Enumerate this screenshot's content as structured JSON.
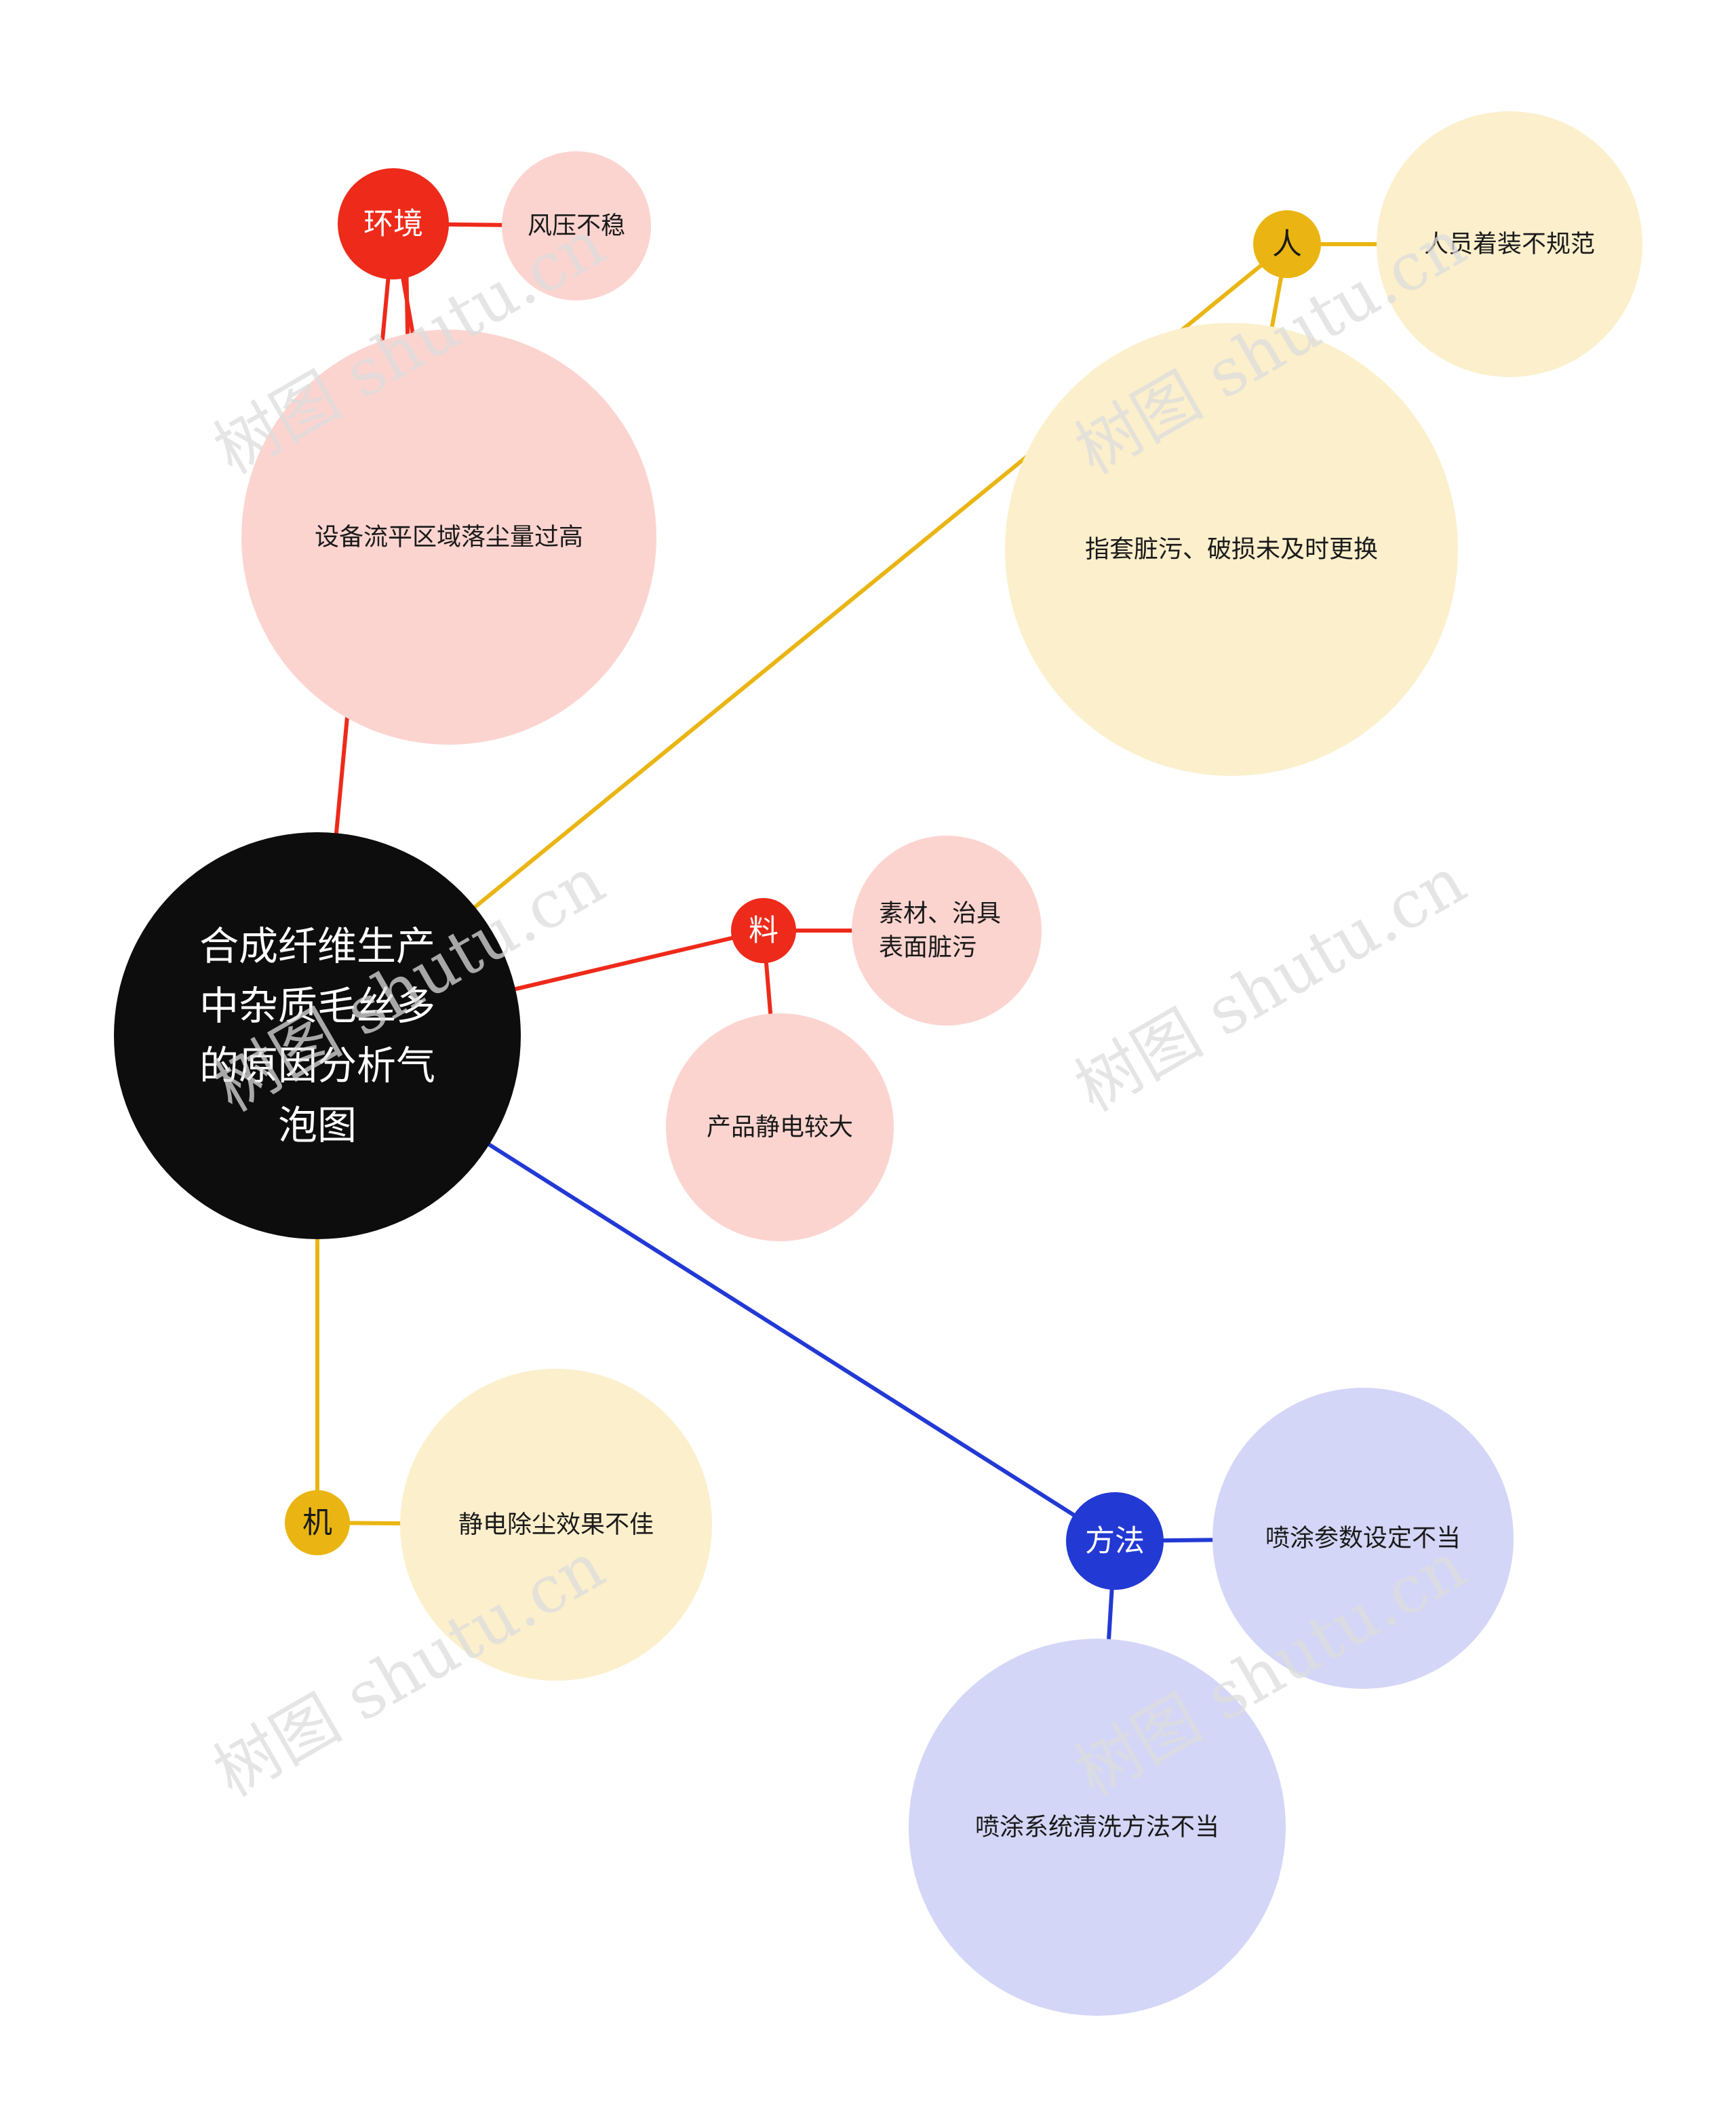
{
  "colors": {
    "red": "#ee2a1a",
    "red_light": "#fcd4cf",
    "yellow": "#eab512",
    "yellow_light": "#fcefcc",
    "blue": "#2239d4",
    "blue_light": "#d4d6f7",
    "root": "#0d0d0d",
    "watermark": "#dcdcdc"
  },
  "root": {
    "label_lines": [
      "合成纤维生产",
      "中杂质毛丝多",
      "的原因分析气",
      "泡图"
    ]
  },
  "categories": [
    {
      "id": "env",
      "label": "环境",
      "color": "red",
      "children": [
        {
          "id": "env_1",
          "label_lines": [
            "风压不稳"
          ]
        },
        {
          "id": "env_2",
          "label_lines": [
            "设备流平区域落尘量过高"
          ]
        }
      ]
    },
    {
      "id": "person",
      "label": "人",
      "color": "yellow",
      "children": [
        {
          "id": "person_1",
          "label_lines": [
            "人员着装不规范"
          ]
        },
        {
          "id": "person_2",
          "label_lines": [
            "指套脏污、破损未及时更换"
          ]
        }
      ]
    },
    {
      "id": "material",
      "label": "料",
      "color": "red",
      "children": [
        {
          "id": "material_1",
          "label_lines": [
            "素材、治具",
            "表面脏污"
          ]
        },
        {
          "id": "material_2",
          "label_lines": [
            "产品静电较大"
          ]
        }
      ]
    },
    {
      "id": "machine",
      "label": "机",
      "color": "yellow",
      "children": [
        {
          "id": "machine_1",
          "label_lines": [
            "静电除尘效果不佳"
          ]
        }
      ]
    },
    {
      "id": "method",
      "label": "方法",
      "color": "blue",
      "children": [
        {
          "id": "method_1",
          "label_lines": [
            "喷涂参数设定不当"
          ]
        },
        {
          "id": "method_2",
          "label_lines": [
            "喷涂系统清洗方法不当"
          ]
        }
      ]
    }
  ],
  "watermark": {
    "text": "树图 shutu.cn"
  }
}
